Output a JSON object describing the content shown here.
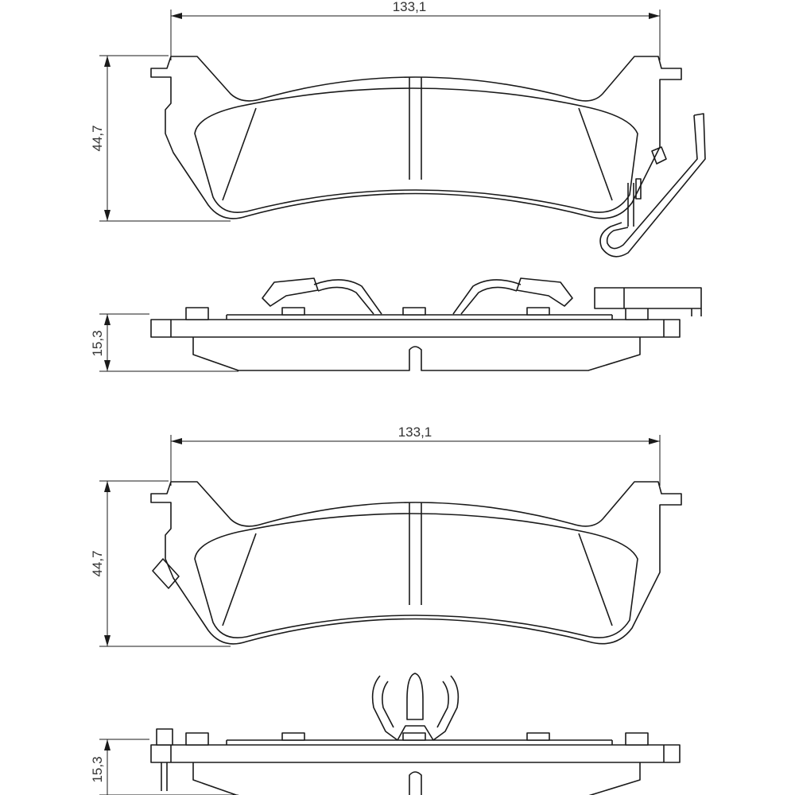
{
  "drawing": {
    "views": [
      {
        "name": "pad-with-wear-sensor-wire",
        "dimensions": {
          "width": "133,1",
          "height": "44,7",
          "thickness": "15,3"
        }
      },
      {
        "name": "pad-with-center-clip",
        "dimensions": {
          "width": "133,1",
          "height": "44,7",
          "thickness": "15,3"
        }
      }
    ]
  }
}
